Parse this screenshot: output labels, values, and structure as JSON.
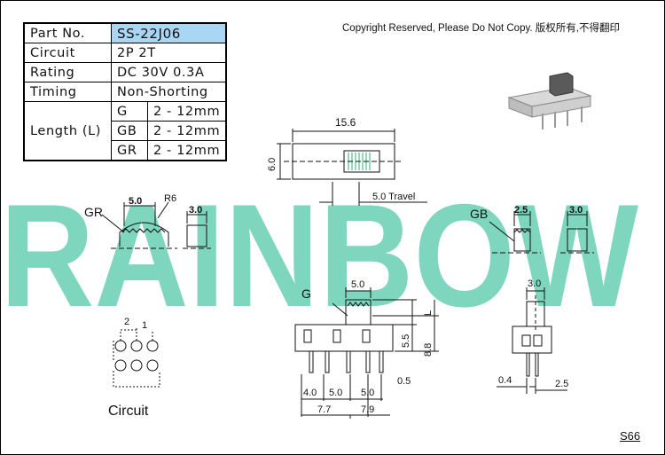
{
  "spec_table": {
    "part_no_label": "Part No.",
    "part_no_value": "SS-22J06",
    "rows": [
      {
        "label": "Circuit",
        "value": "2P 2T"
      },
      {
        "label": "Rating",
        "value": "DC 30V 0.3A"
      },
      {
        "label": "Timing",
        "value": "Non-Shorting"
      }
    ],
    "length_label": "Length (L)",
    "length_rows": [
      {
        "type": "G",
        "value": "2 - 12mm"
      },
      {
        "type": "GB",
        "value": "2 - 12mm"
      },
      {
        "type": "GR",
        "value": "2 - 12mm"
      }
    ]
  },
  "copyright": "Copyright Reserved, Please Do Not Copy. 版权所有,不得翻印",
  "watermark": "RAINBOW",
  "page_code": "S66",
  "top_view": {
    "width_dim": "15.6",
    "height_dim": "6.0",
    "travel_dim": "5.0 Travel"
  },
  "gr_detail": {
    "label": "GR",
    "width_dim": "5.0",
    "radius": "R6",
    "side_dim": "3.0"
  },
  "gb_detail": {
    "label": "GB",
    "width_dim": "2.5",
    "side_dim": "3.0"
  },
  "front_view": {
    "label": "G",
    "top_dim": "5.0",
    "right_dims": [
      "L",
      "5.5",
      "8.8"
    ],
    "bottom_dims": [
      "4.0",
      "5.0",
      "5.0",
      "0.5"
    ],
    "total_dims": [
      "7.7",
      "7.9"
    ]
  },
  "side_view": {
    "top_dim": "3.0",
    "bottom_dims": [
      "0.4",
      "2.5"
    ]
  },
  "circuit": {
    "pin_labels": [
      "2",
      "1"
    ],
    "caption": "Circuit"
  },
  "colors": {
    "accent": "#a9d6f3",
    "watermark": "#7dd6bd"
  }
}
